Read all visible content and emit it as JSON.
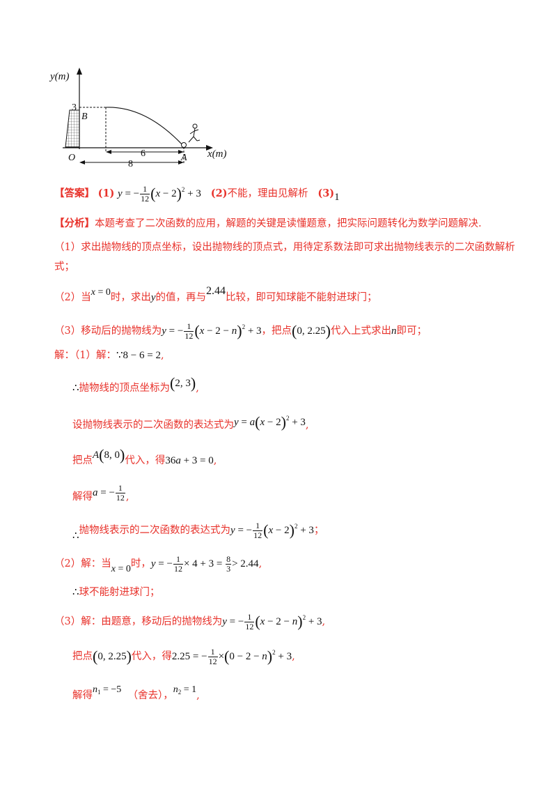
{
  "figure": {
    "y_axis_label": "y(m)",
    "x_axis_label": "x(m)",
    "y_tick": "3",
    "point_b": "B",
    "point_o": "O",
    "point_a": "A",
    "dim_6": "6",
    "dim_8": "8"
  },
  "answer": {
    "tag": "【答案】",
    "p1": "(1)",
    "p2": "(2)",
    "p2_text": "不能，理由见解析",
    "p3": "(3)",
    "p3_value": "1"
  },
  "analysis": {
    "tag": "【分析】",
    "text": "本题考查了二次函数的应用，解题的关键是读懂题意，把实际问题转化为数学问题解决.",
    "s1_line1": "（1）求出抛物线的顶点坐标，设出抛物线的顶点式，用待定系数法即可求出抛物线表示的二次函数解析",
    "s1_line2": "式；",
    "s2_a": "（2）当",
    "s2_b": "时，求出",
    "s2_c": "的值，再与",
    "s2_value": "2.44",
    "s2_d": "比较，即可知球能不能射进球门；",
    "s3_a": "（3）移动后的抛物线为",
    "s3_b": "，把点",
    "s3_c": "代入上式求出",
    "s3_d": "即可；"
  },
  "solution": {
    "label": "解：",
    "l1_a": "（1）解：",
    "l2": "抛物线的顶点坐标为",
    "l3": "设抛物线表示的二次函数的表达式为",
    "l4_a": "把点",
    "l4_b": "代入，得",
    "l5": "解得",
    "l6": "抛物线表示的二次函数的表达式为",
    "l7_a": "（2）解：当",
    "l7_b": "时，",
    "l8": "球不能射进球门；",
    "l9": "（3）解：由题意，移动后的抛物线为",
    "l10_a": "把点",
    "l10_b": "代入，得",
    "l11_a": "解得",
    "l11_b": "（舍去），"
  }
}
